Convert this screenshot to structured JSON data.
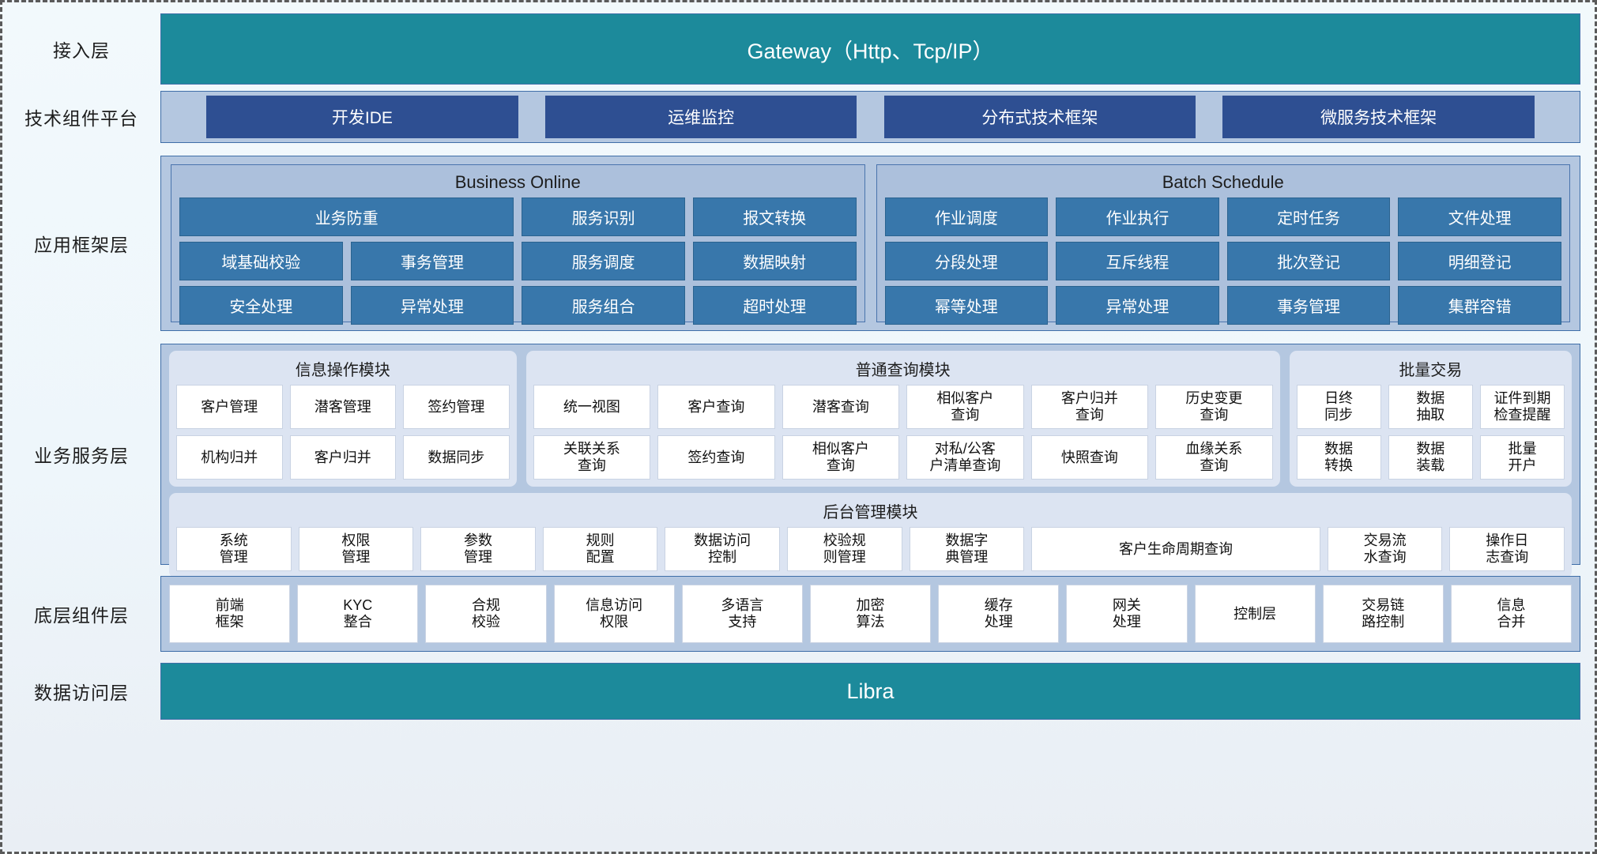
{
  "layers": [
    {
      "label": "接入层"
    },
    {
      "label": "技术组件平台"
    },
    {
      "label": "应用框架层"
    },
    {
      "label": "业务服务层"
    },
    {
      "label": "底层组件层"
    },
    {
      "label": "数据访问层"
    }
  ],
  "access_layer": {
    "label": "接入层",
    "bar_text": "Gateway（Http、Tcp/IP）",
    "color": "#1c8a9b"
  },
  "tech_platform": {
    "label": "技术组件平台",
    "buttons": [
      {
        "label": "开发IDE"
      },
      {
        "label": "运维监控"
      },
      {
        "label": "分布式技术框架"
      },
      {
        "label": "微服务技术框架"
      }
    ],
    "button_color": "#2e4f92",
    "panel_color": "#b4c7e0"
  },
  "app_framework": {
    "label": "应用框架层",
    "groups": [
      {
        "title": "Business Online",
        "rows": [
          [
            {
              "label": "业务防重",
              "span": 2
            },
            {
              "label": "服务识别",
              "span": 1
            },
            {
              "label": "报文转换",
              "span": 1
            }
          ],
          [
            {
              "label": "域基础校验",
              "span": 1
            },
            {
              "label": "事务管理",
              "span": 1
            },
            {
              "label": "服务调度",
              "span": 1
            },
            {
              "label": "数据映射",
              "span": 1
            }
          ],
          [
            {
              "label": "安全处理",
              "span": 1
            },
            {
              "label": "异常处理",
              "span": 1
            },
            {
              "label": "服务组合",
              "span": 1
            },
            {
              "label": "超时处理",
              "span": 1
            }
          ]
        ]
      },
      {
        "title": "Batch Schedule",
        "rows": [
          [
            {
              "label": "作业调度",
              "span": 1
            },
            {
              "label": "作业执行",
              "span": 1
            },
            {
              "label": "定时任务",
              "span": 1
            },
            {
              "label": "文件处理",
              "span": 1
            }
          ],
          [
            {
              "label": "分段处理",
              "span": 1
            },
            {
              "label": "互斥线程",
              "span": 1
            },
            {
              "label": "批次登记",
              "span": 1
            },
            {
              "label": "明细登记",
              "span": 1
            }
          ],
          [
            {
              "label": "幂等处理",
              "span": 1
            },
            {
              "label": "异常处理",
              "span": 1
            },
            {
              "label": "事务管理",
              "span": 1
            },
            {
              "label": "集群容错",
              "span": 1
            }
          ]
        ]
      }
    ],
    "cell_color": "#3877ab"
  },
  "business_service": {
    "label": "业务服务层",
    "top_modules": [
      {
        "title": "信息操作模块",
        "key": "info",
        "rows": [
          [
            {
              "label": "客户管理"
            },
            {
              "label": "潜客管理"
            },
            {
              "label": "签约管理"
            }
          ],
          [
            {
              "label": "机构归并"
            },
            {
              "label": "客户归并"
            },
            {
              "label": "数据同步"
            }
          ]
        ]
      },
      {
        "title": "普通查询模块",
        "key": "query",
        "rows": [
          [
            {
              "label": "统一视图"
            },
            {
              "label": "客户查询"
            },
            {
              "label": "潜客查询"
            },
            {
              "label": "相似客户\n查询"
            },
            {
              "label": "客户归并\n查询"
            },
            {
              "label": "历史变更\n查询"
            }
          ],
          [
            {
              "label": "关联关系\n查询"
            },
            {
              "label": "签约查询"
            },
            {
              "label": "相似客户\n查询"
            },
            {
              "label": "对私/公客\n户清单查询"
            },
            {
              "label": "快照查询"
            },
            {
              "label": "血缘关系\n查询"
            }
          ]
        ]
      },
      {
        "title": "批量交易",
        "key": "batch",
        "rows": [
          [
            {
              "label": "日终\n同步"
            },
            {
              "label": "数据\n抽取"
            },
            {
              "label": "证件到期\n检查提醒"
            }
          ],
          [
            {
              "label": "数据\n转换"
            },
            {
              "label": "数据\n装载"
            },
            {
              "label": "批量\n开户"
            }
          ]
        ]
      }
    ],
    "bottom_module": {
      "title": "后台管理模块",
      "cells": [
        {
          "label": "系统\n管理",
          "wide": false
        },
        {
          "label": "权限\n管理",
          "wide": false
        },
        {
          "label": "参数\n管理",
          "wide": false
        },
        {
          "label": "规则\n配置",
          "wide": false
        },
        {
          "label": "数据访问\n控制",
          "wide": false
        },
        {
          "label": "校验规\n则管理",
          "wide": false
        },
        {
          "label": "数据字\n典管理",
          "wide": false
        },
        {
          "label": "客户生命周期查询",
          "wide": true
        },
        {
          "label": "交易流\n水查询",
          "wide": false
        },
        {
          "label": "操作日\n志查询",
          "wide": false
        }
      ]
    }
  },
  "component_layer": {
    "label": "底层组件层",
    "cells": [
      {
        "label": "前端\n框架"
      },
      {
        "label": "KYC\n整合"
      },
      {
        "label": "合规\n校验"
      },
      {
        "label": "信息访问\n权限"
      },
      {
        "label": "多语言\n支持"
      },
      {
        "label": "加密\n算法"
      },
      {
        "label": "缓存\n处理"
      },
      {
        "label": "网关\n处理"
      },
      {
        "label": "控制层"
      },
      {
        "label": "交易链\n路控制"
      },
      {
        "label": "信息\n合并"
      }
    ]
  },
  "data_access": {
    "label": "数据访问层",
    "bar_text": "Libra",
    "color": "#1c8a9b"
  }
}
